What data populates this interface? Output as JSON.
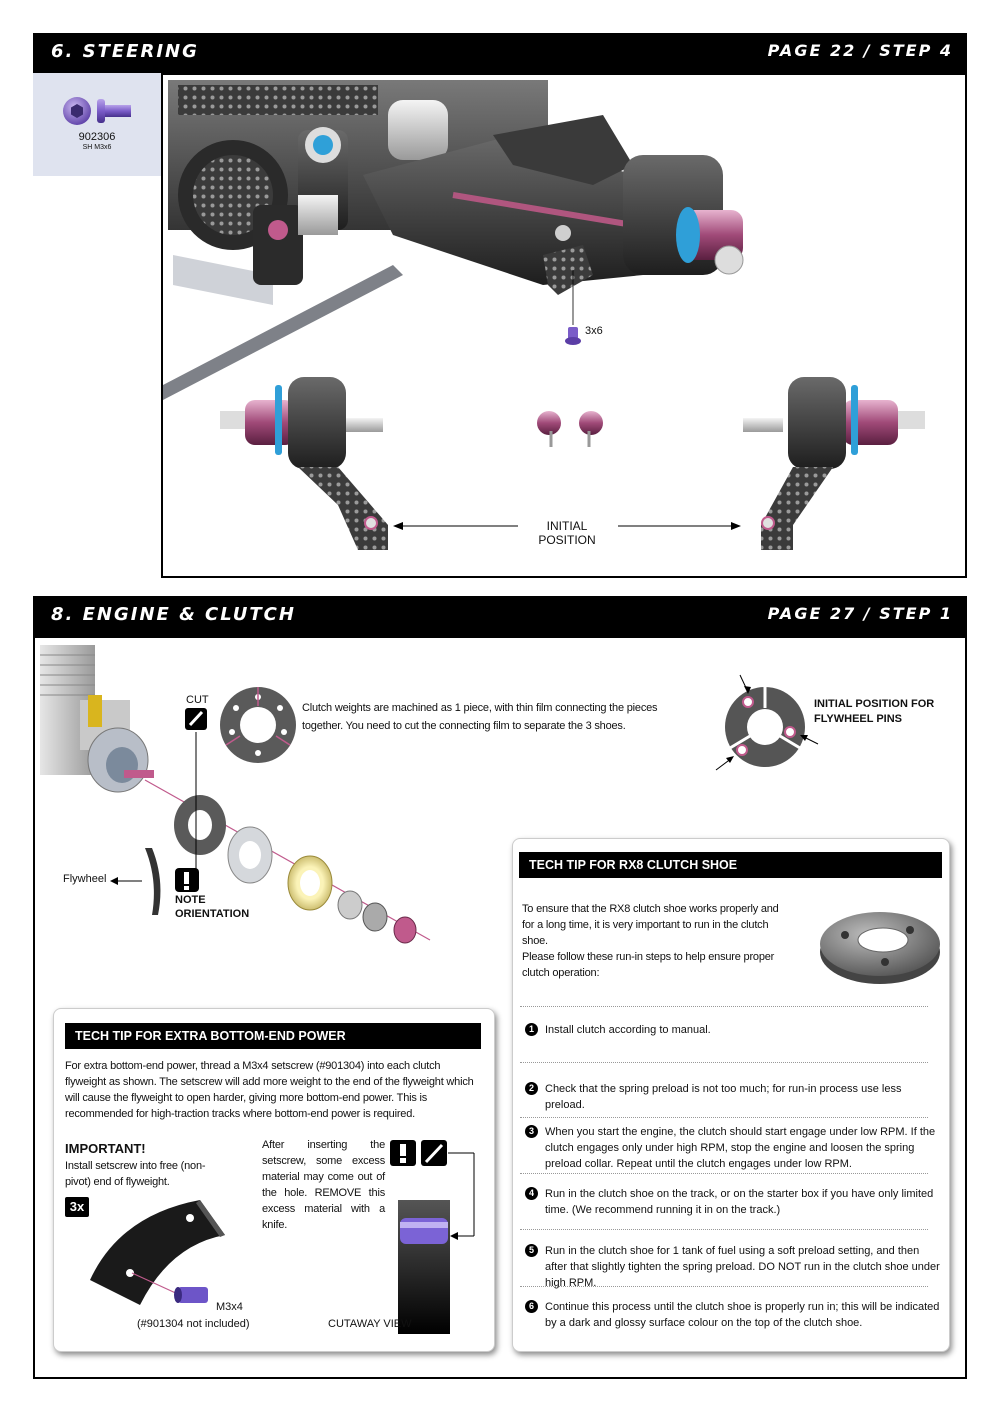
{
  "section6": {
    "title": "6. STEERING",
    "page_ref": "PAGE 22 / STEP 4",
    "part_number": "902306",
    "part_desc": "SH M3x6",
    "screw_label": "3x6",
    "initial_position": "INITIAL POSITION"
  },
  "section8": {
    "title": "8. ENGINE & CLUTCH",
    "page_ref": "PAGE 27 / STEP 1",
    "cut_label": "CUT",
    "clutch_note": "Clutch weights are machined as 1 piece, with thin film connecting the pieces together. You need to cut the connecting film to separate the 3 shoes.",
    "initial_pins": "INITIAL POSITION FOR FLYWHEEL PINS",
    "flywheel_label": "Flywheel",
    "note_orientation": "NOTE ORIENTATION",
    "icon_cut": "knife-icon",
    "icon_note": "exclamation-icon"
  },
  "tip_power": {
    "header": "TECH TIP FOR EXTRA BOTTOM-END POWER",
    "body": "For extra bottom-end power, thread a M3x4 setscrew (#901304) into each clutch flyweight as shown. The setscrew will add more weight to the end of the flyweight which will cause the flyweight to open harder, giving more bottom-end power. This is recommended for high-traction tracks where bottom-end power is required.",
    "important_title": "IMPORTANT!",
    "important_body": "Install setscrew into free (non-pivot) end of flyweight.",
    "qty": "3x",
    "screw": "M3x4",
    "not_included": "(#901304 not included)",
    "after_insert": "After inserting the setscrew, some excess material may come out of the hole. REMOVE this excess material with a knife.",
    "cutaway": "CUTAWAY VIEW"
  },
  "tip_clutch": {
    "header": "TECH TIP FOR RX8 CLUTCH SHOE",
    "intro1": "To ensure that the RX8 clutch shoe works properly and for a long time, it is very important to run in the clutch shoe.",
    "intro2": "Please follow these run-in steps to help ensure proper clutch operation:",
    "steps": [
      {
        "n": "1",
        "text": "Install clutch according to manual."
      },
      {
        "n": "2",
        "text": "Check that the spring preload is not too much; for run-in process use less preload."
      },
      {
        "n": "3",
        "text": "When you start the engine, the clutch should start engage under low RPM. If the clutch engages only under high RPM, stop the engine and loosen the spring preload collar.  Repeat until the  clutch engages under low RPM."
      },
      {
        "n": "4",
        "text": "Run in the clutch shoe on the track, or on the starter box if you have only limited time. (We recommend running it in on the track.)"
      },
      {
        "n": "5",
        "text": "Run in the clutch shoe for 1 tank of fuel using a soft preload setting, and then after that slightly tighten the spring preload. DO NOT run in the clutch shoe under high RPM."
      },
      {
        "n": "6",
        "text": "Continue this process until the clutch shoe is properly run in; this will be indicated by a dark and glossy surface colour on the top of the clutch shoe."
      }
    ]
  }
}
